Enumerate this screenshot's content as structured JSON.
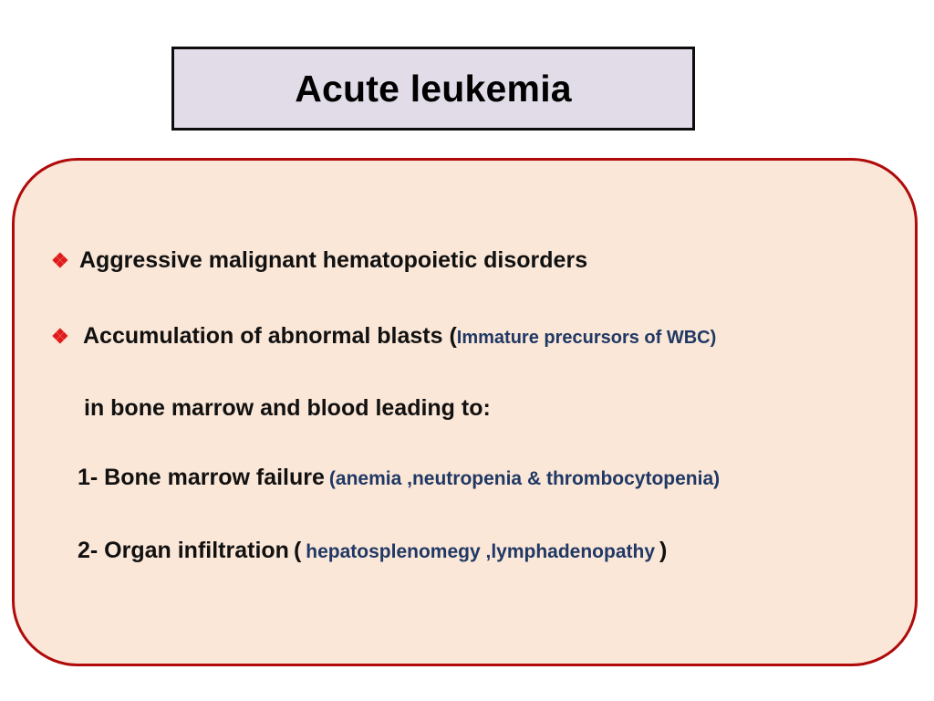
{
  "slide": {
    "title": "Acute leukemia",
    "title_box": {
      "fill": "#E2DCE9",
      "border_color": "#0d0d0d"
    },
    "panel": {
      "fill": "#FBE7D8",
      "border_color": "#B00B0B"
    },
    "colors": {
      "bullet_red": "#E01B1B",
      "accent_blue": "#1F3864",
      "text_black": "#111111"
    },
    "bullet_glyph": "❖",
    "lines": [
      {
        "id": "line-1",
        "kind": "bullet",
        "bullet": "❖",
        "text": "Aggressive  malignant  hematopoietic disorders"
      },
      {
        "id": "line-2",
        "kind": "bullet",
        "bullet": "❖",
        "text": "Accumulation of abnormal blasts (",
        "paren_open": "(",
        "blue_text": "Immature precursors of WBC)"
      },
      {
        "id": "line-3",
        "kind": "plain",
        "text": "in bone marrow and blood leading to:"
      },
      {
        "id": "line-4",
        "kind": "numbered",
        "text": "1- Bone marrow failure",
        "blue_text": "(anemia ,neutropenia & thrombocytopenia)"
      },
      {
        "id": "line-5",
        "kind": "numbered",
        "text": "2- Organ infiltration",
        "paren_open": "(",
        "blue_text": "hepatosplenomegy ,lymphadenopathy",
        "paren_close": ")"
      }
    ]
  }
}
